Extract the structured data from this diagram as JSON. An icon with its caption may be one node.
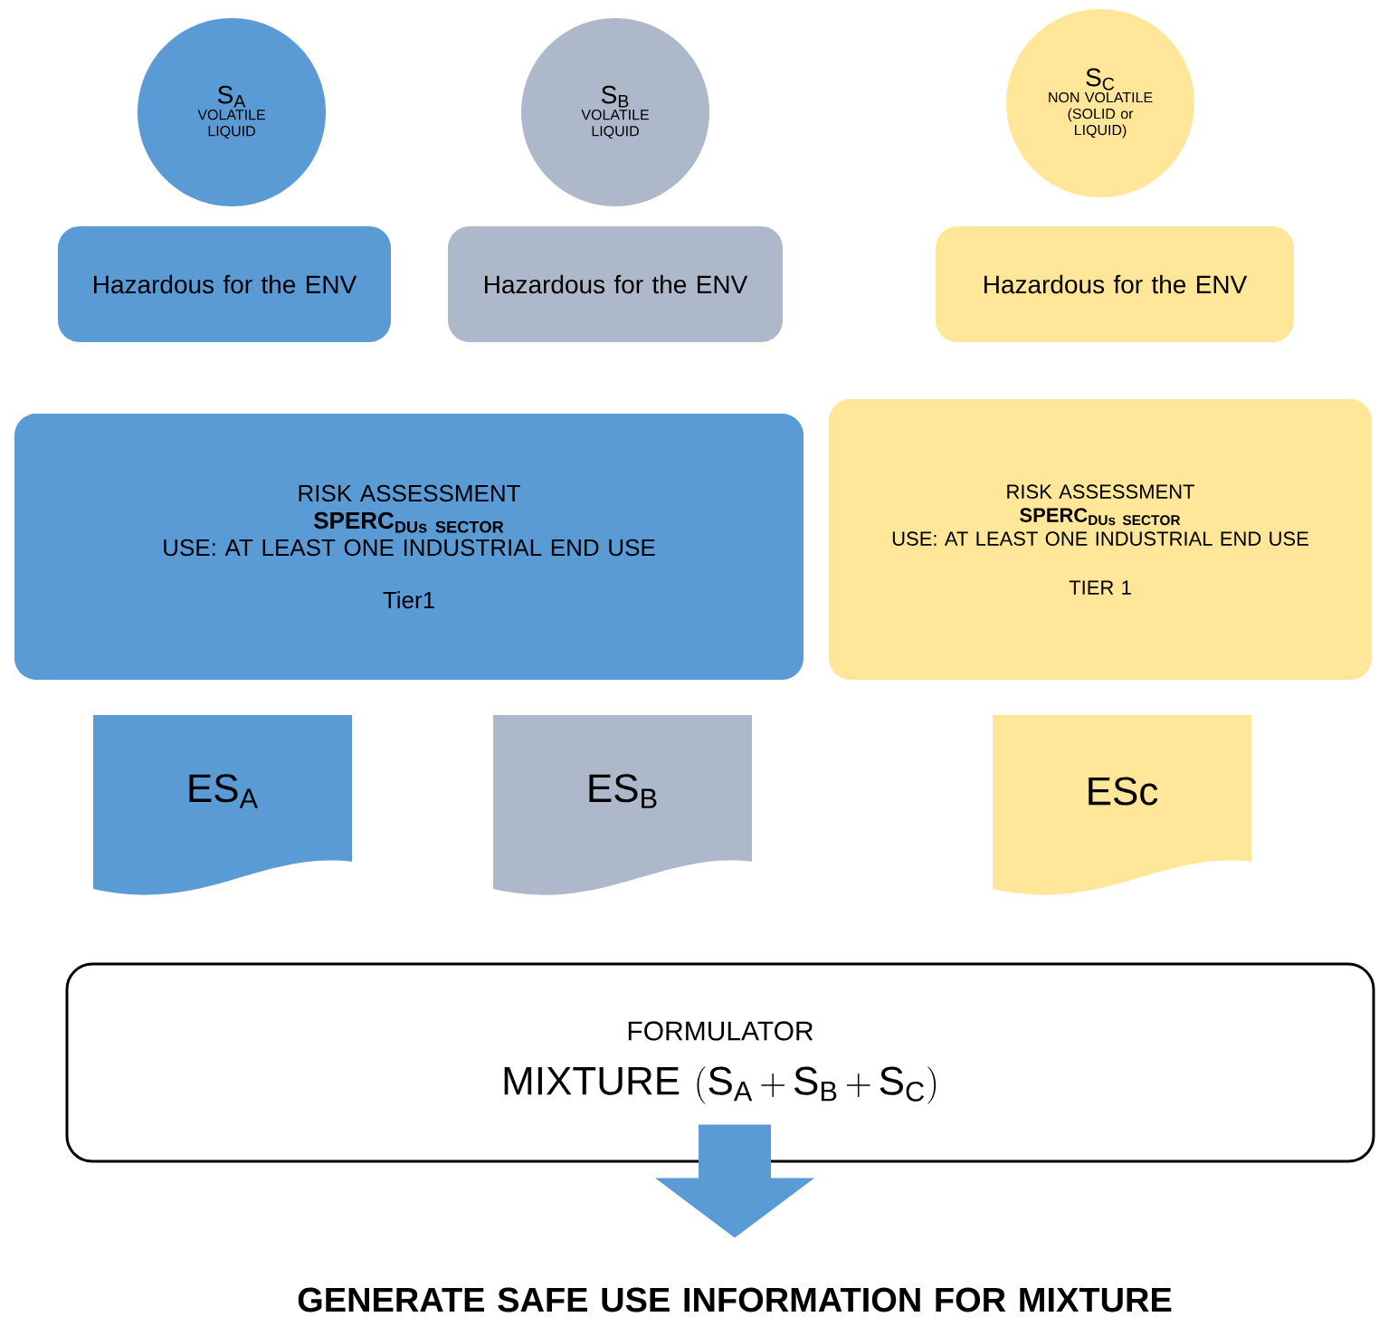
{
  "diagram": {
    "nodes": [
      {
        "text": [
          "S$_{A}$",
          "VOLATILE LIQUID"
        ]
      },
      {
        "text": [
          "S$_{B}$",
          "VOLATILE LIQUID"
        ]
      },
      {
        "text": [
          "S$_{C}$",
          "NON VOLATILE (SOLID or LIQUID)"
        ]
      },
      {
        "text": [
          "Hazardous for the ENV"
        ]
      },
      {
        "text": [
          "Hazardous for the ENV"
        ]
      },
      {
        "text": [
          "Hazardous for the ENV"
        ]
      },
      {
        "text": [
          "RISK ASSESSMENT",
          "\\mathbf{SPERC}_{\\mathbf{DUs\\ SECTOR}}",
          "USE: AT LEAST ONE INDUSTRIAL END USE",
          "Tier1"
        ]
      },
      {
        "text": [
          "RISK ASSESSMENT",
          "\\mathbf{SPERC}_{\\mathbf{DUs\\ SECTOR}}",
          "USE: AT LEAST ONE INDUSTRIAL END USE",
          "TIER 1"
        ]
      },
      {
        "text": [
          "ES$_{A}$"
        ]
      },
      {
        "text": [
          "ES$_{B}$"
        ]
      },
      {
        "text": [
          "ESc"
        ]
      },
      {
        "text": [
          "FORMULATOR",
          "\\mathrm{MIXTURE}\\ (\\mathrm{S}_{\\mathrm{A}}\\,{+}\\,\\mathrm{S}_{\\mathrm{B}}\\,{+}\\,\\mathrm{S}_{\\mathrm{C}})"
        ]
      },
      {
        "text": [
          "GENERATE SAFE USE INFORMATION FOR MIXTURE"
        ]
      }
    ],
    "edges": [
      {
        "from": 11,
        "to": 12,
        "arrow": "to",
        "style": "thick",
        "color": "#5b9bd5"
      }
    ]
  }
}
